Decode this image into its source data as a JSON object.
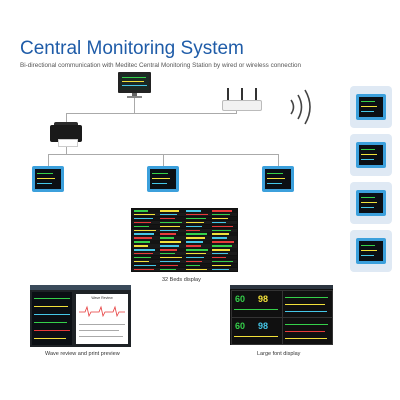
{
  "header": {
    "title": "Central Monitoring System",
    "subtitle": "Bi-directional communication with Meditec Central Monitoring Station by wired or wireless connection"
  },
  "devices": {
    "central_station": "central-station-monitor",
    "router": "wireless-router",
    "printer": "printer",
    "bedside_monitor_count": 3,
    "wireless_monitor_count": 4
  },
  "captions": {
    "beds_display": "32 Beds display",
    "wave_review": "Wave review and print preview",
    "large_font": "Large font display"
  },
  "large_font_values": [
    "60",
    "98",
    "60",
    "98"
  ],
  "wave_review_header": "Wave Review",
  "colors": {
    "title": "#1f5ca8",
    "monitor_case": "#3ca0dc",
    "tile_bg": "#dfe9f4",
    "wave_green": "#35d04a",
    "wave_yellow": "#f2e13a",
    "wave_red": "#e63a3a",
    "wave_cyan": "#45c7e8"
  }
}
